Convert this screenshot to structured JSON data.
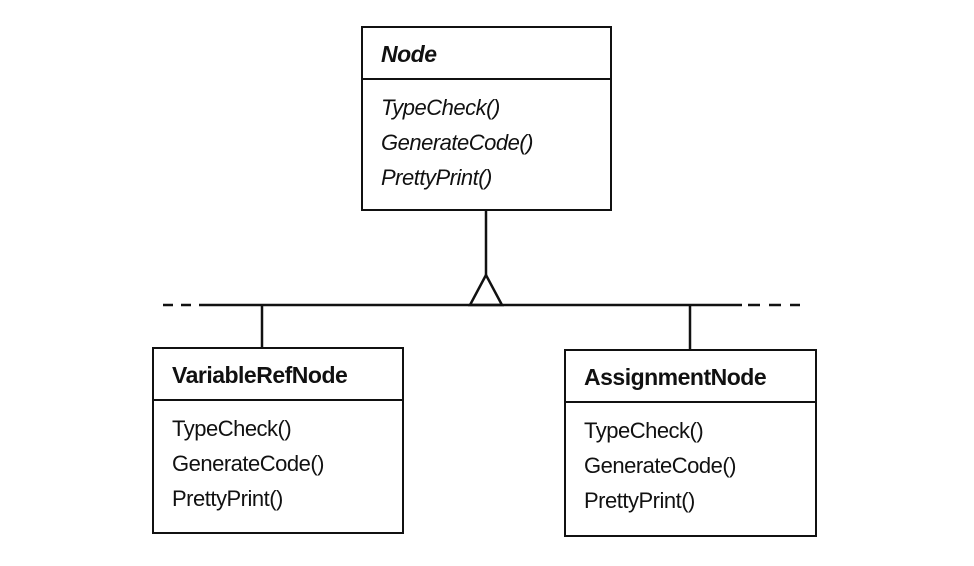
{
  "classes": {
    "node": {
      "name": "Node",
      "operations": [
        "TypeCheck()",
        "GenerateCode()",
        "PrettyPrint()"
      ]
    },
    "variable_ref_node": {
      "name": "VariableRefNode",
      "operations": [
        "TypeCheck()",
        "GenerateCode()",
        "PrettyPrint()"
      ]
    },
    "assignment_node": {
      "name": "AssignmentNode",
      "operations": [
        "TypeCheck()",
        "GenerateCode()",
        "PrettyPrint()"
      ]
    }
  },
  "colors": {
    "line": "#111111",
    "background": "#ffffff"
  }
}
